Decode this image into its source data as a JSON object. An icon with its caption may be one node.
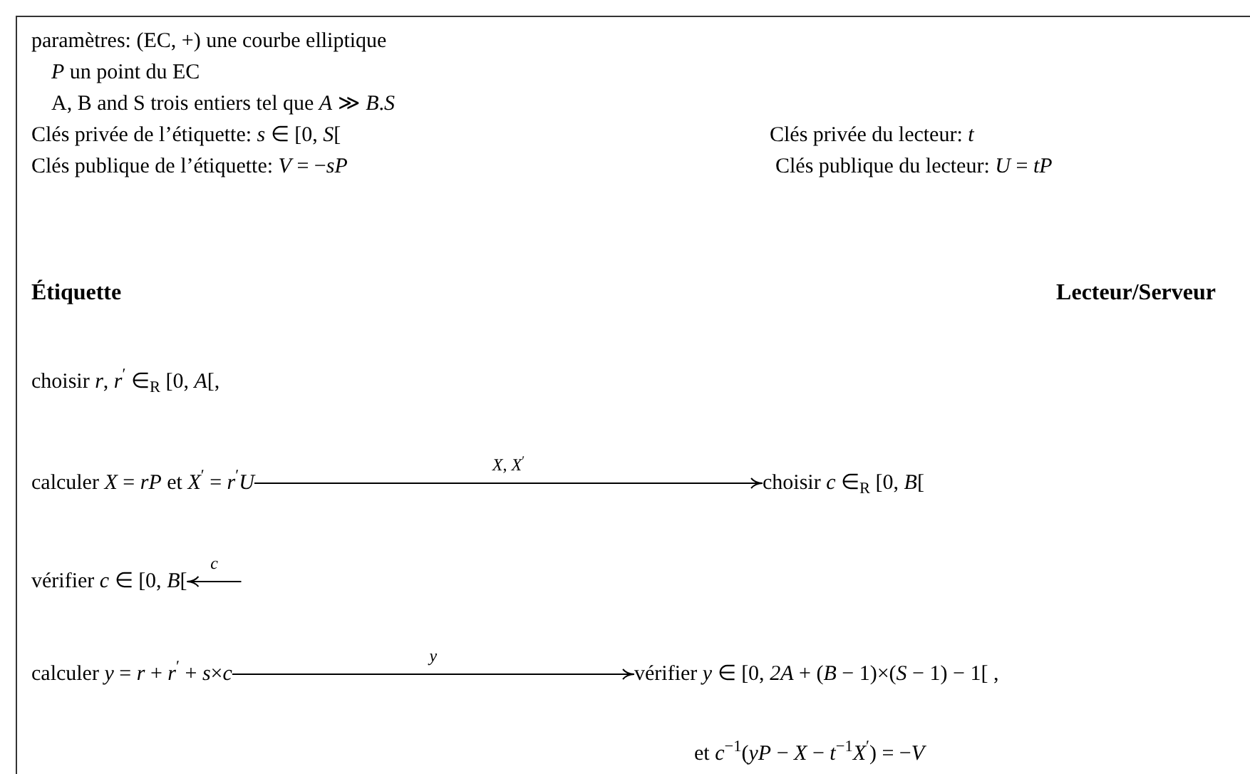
{
  "diagram": {
    "nodes": [
      {
        "text": [
          "calculer *X* = *rP* et *X*$^{′}$ = *r*$^{′}$*U*"
        ]
      },
      {
        "text": [
          "choisir *c* ∈$_{R}$ [0,  *B*["
        ]
      },
      {
        "text": [
          "vérifier *c* ∈ [0,  *B*["
        ]
      },
      {
        "text": [
          "calculer *y* = *r* + *r*$^{′}$ + *s*×*c*"
        ]
      },
      {
        "text": [
          "vérifier *y* ∈ [0, *2A* + (*B* − 1)×(*S* − 1) − 1[ ,"
        ]
      }
    ],
    "edges": [
      {
        "from": 0,
        "to": 1,
        "arrow": "to",
        "label": "*X*, *X*$^{′}$"
      },
      {
        "from": null,
        "to": 2,
        "arrow": "to",
        "label": "*c*"
      },
      {
        "from": 3,
        "to": 4,
        "arrow": "to",
        "label": "*y*"
      }
    ],
    "labels": [
      "paramètres: (EC, +) une courbe elliptique",
      "*P* un point du EC",
      "A, B and S trois entiers tel que *A* ≫ *B*.*S*",
      "Clés privée de l’étiquette: *s*  ∈  [0, *S*[",
      "Clés privée du lecteur: *t*",
      "Clés publique de l’étiquette: *V* = −*sP*",
      "Clés publique du lecteur: *U* = *tP*",
      "Étiquette",
      "Lecteur/Serveur",
      "choisir *r*,  *r*$^{′}$ ∈$_{R}$ [0,  *A*[,",
      "et *c*$^{−1}$(*yP* − *X* − *t*$^{−1}$*X*$^{′}$) = −*V*"
    ]
  }
}
